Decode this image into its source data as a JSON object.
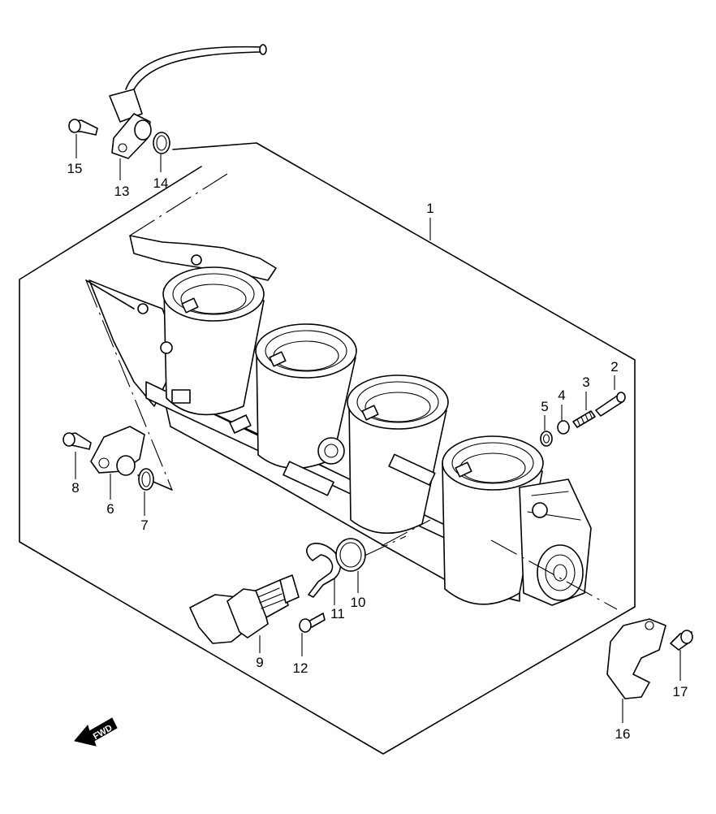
{
  "callouts": [
    {
      "id": "1",
      "label": "1"
    },
    {
      "id": "2",
      "label": "2"
    },
    {
      "id": "3",
      "label": "3"
    },
    {
      "id": "4",
      "label": "4"
    },
    {
      "id": "5",
      "label": "5"
    },
    {
      "id": "6",
      "label": "6"
    },
    {
      "id": "7",
      "label": "7"
    },
    {
      "id": "8",
      "label": "8"
    },
    {
      "id": "9",
      "label": "9"
    },
    {
      "id": "10",
      "label": "10"
    },
    {
      "id": "11",
      "label": "11"
    },
    {
      "id": "12",
      "label": "12"
    },
    {
      "id": "13",
      "label": "13"
    },
    {
      "id": "14",
      "label": "14"
    },
    {
      "id": "15",
      "label": "15"
    },
    {
      "id": "16",
      "label": "16"
    },
    {
      "id": "17",
      "label": "17"
    }
  ],
  "direction_marker": {
    "label": "FWD",
    "icon": "arrow-left-down-icon"
  }
}
